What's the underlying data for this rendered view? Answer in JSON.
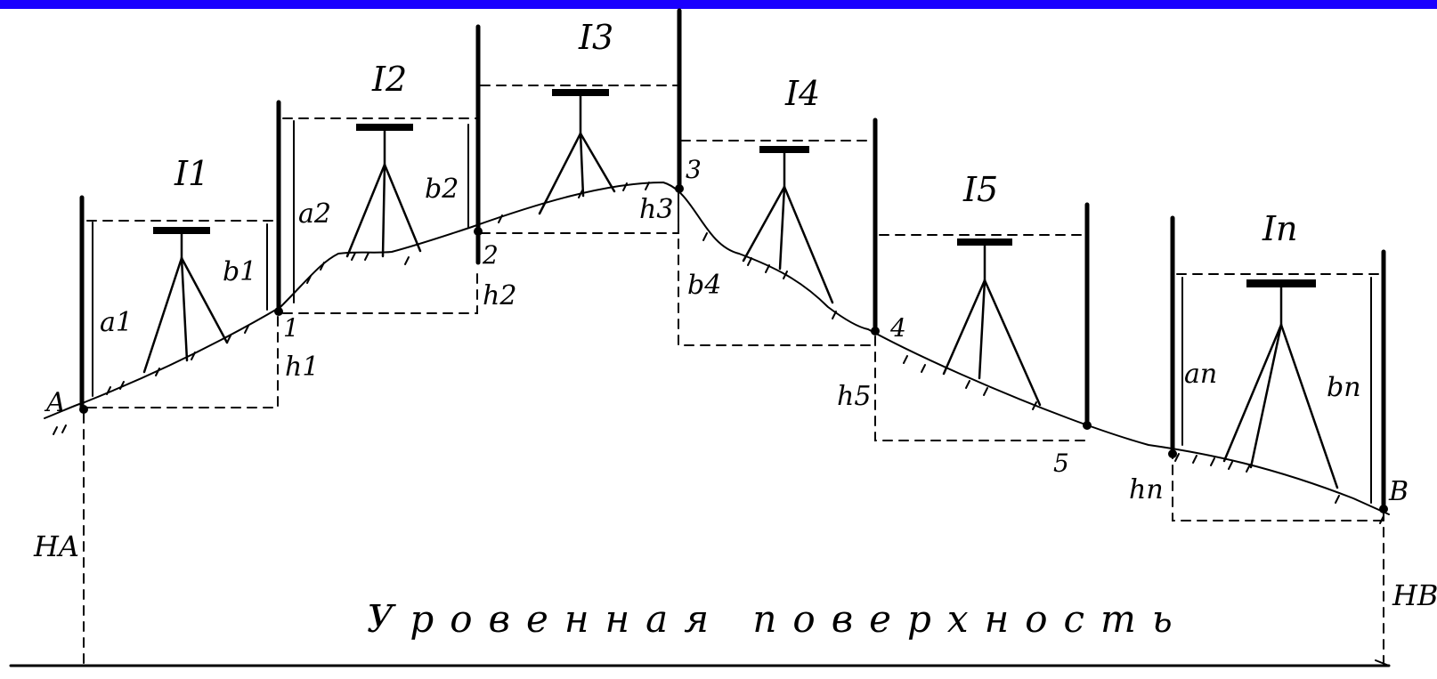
{
  "colors": {
    "top_band": "#1a00ff",
    "ink": "#000000",
    "background": "#ffffff"
  },
  "terrain": {
    "points": [
      {
        "label": "A",
        "height_label": ""
      },
      {
        "label": "1",
        "height_label": "h1"
      },
      {
        "label": "2",
        "height_label": "h2"
      },
      {
        "label": "3",
        "height_label": "h3"
      },
      {
        "label": "4",
        "height_label": ""
      },
      {
        "label": "5",
        "height_label": ""
      },
      {
        "label": "B",
        "height_label": ""
      }
    ]
  },
  "stations": [
    {
      "label": "I1",
      "back": "a1",
      "fore": "b1"
    },
    {
      "label": "I2",
      "back": "a2",
      "fore": "b2"
    },
    {
      "label": "I3",
      "back": "",
      "fore": ""
    },
    {
      "label": "I4",
      "back": "",
      "fore": "b4"
    },
    {
      "label": "I5",
      "back": "",
      "fore": ""
    },
    {
      "label": "In",
      "back": "an",
      "fore": "bn"
    }
  ],
  "extra_labels": {
    "h5": "h5",
    "hn": "hn",
    "HA": "HA",
    "HB": "HB"
  },
  "level_surface": "Уровенная поверхность"
}
